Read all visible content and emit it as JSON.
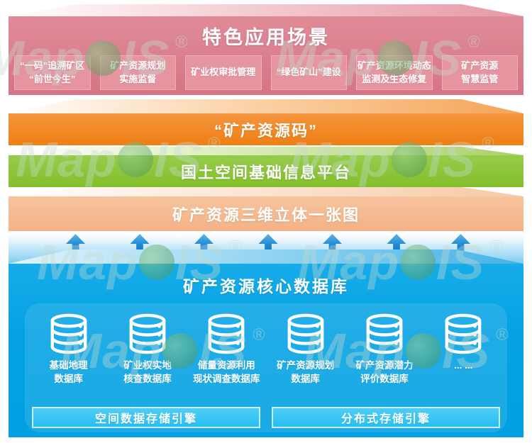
{
  "colors": {
    "pink": "#d97c8b",
    "orange": "#f08421",
    "green": "#8ac433",
    "salmon": "#f5bb92",
    "blue": "#00a0e2",
    "arrow_blue": "#1a85d2",
    "engine_cyan": "#35c6f3"
  },
  "watermark": {
    "part1": "Map",
    "part2": "IS",
    "reg": "®"
  },
  "application_layer": {
    "title": "特色应用场景",
    "items": [
      "“一码”追溯矿区\n“前世今生”",
      "矿产资源规划\n实施监督",
      "矿业权审批管理",
      "“绿色矿山”建设",
      "矿产资源环境动态\n监测及生态修复",
      "矿产资源\n智慧监管"
    ]
  },
  "code_layer": {
    "title": "“矿产资源码”"
  },
  "platform_layer": {
    "title": "国土空间基础信息平台"
  },
  "map_layer": {
    "title": "矿产资源三维立体一张图"
  },
  "database_layer": {
    "title": "矿产资源核心数据库",
    "databases": [
      "基础地理\n数据库",
      "矿业权实地\n核查数据库",
      "储量资源利用\n现状调查数据库",
      "矿产资源规划\n数据库",
      "矿产资源潜力\n评价数据库",
      "... ..."
    ],
    "engines": [
      "空间数据存储引擎",
      "分布式存储引擎"
    ]
  }
}
